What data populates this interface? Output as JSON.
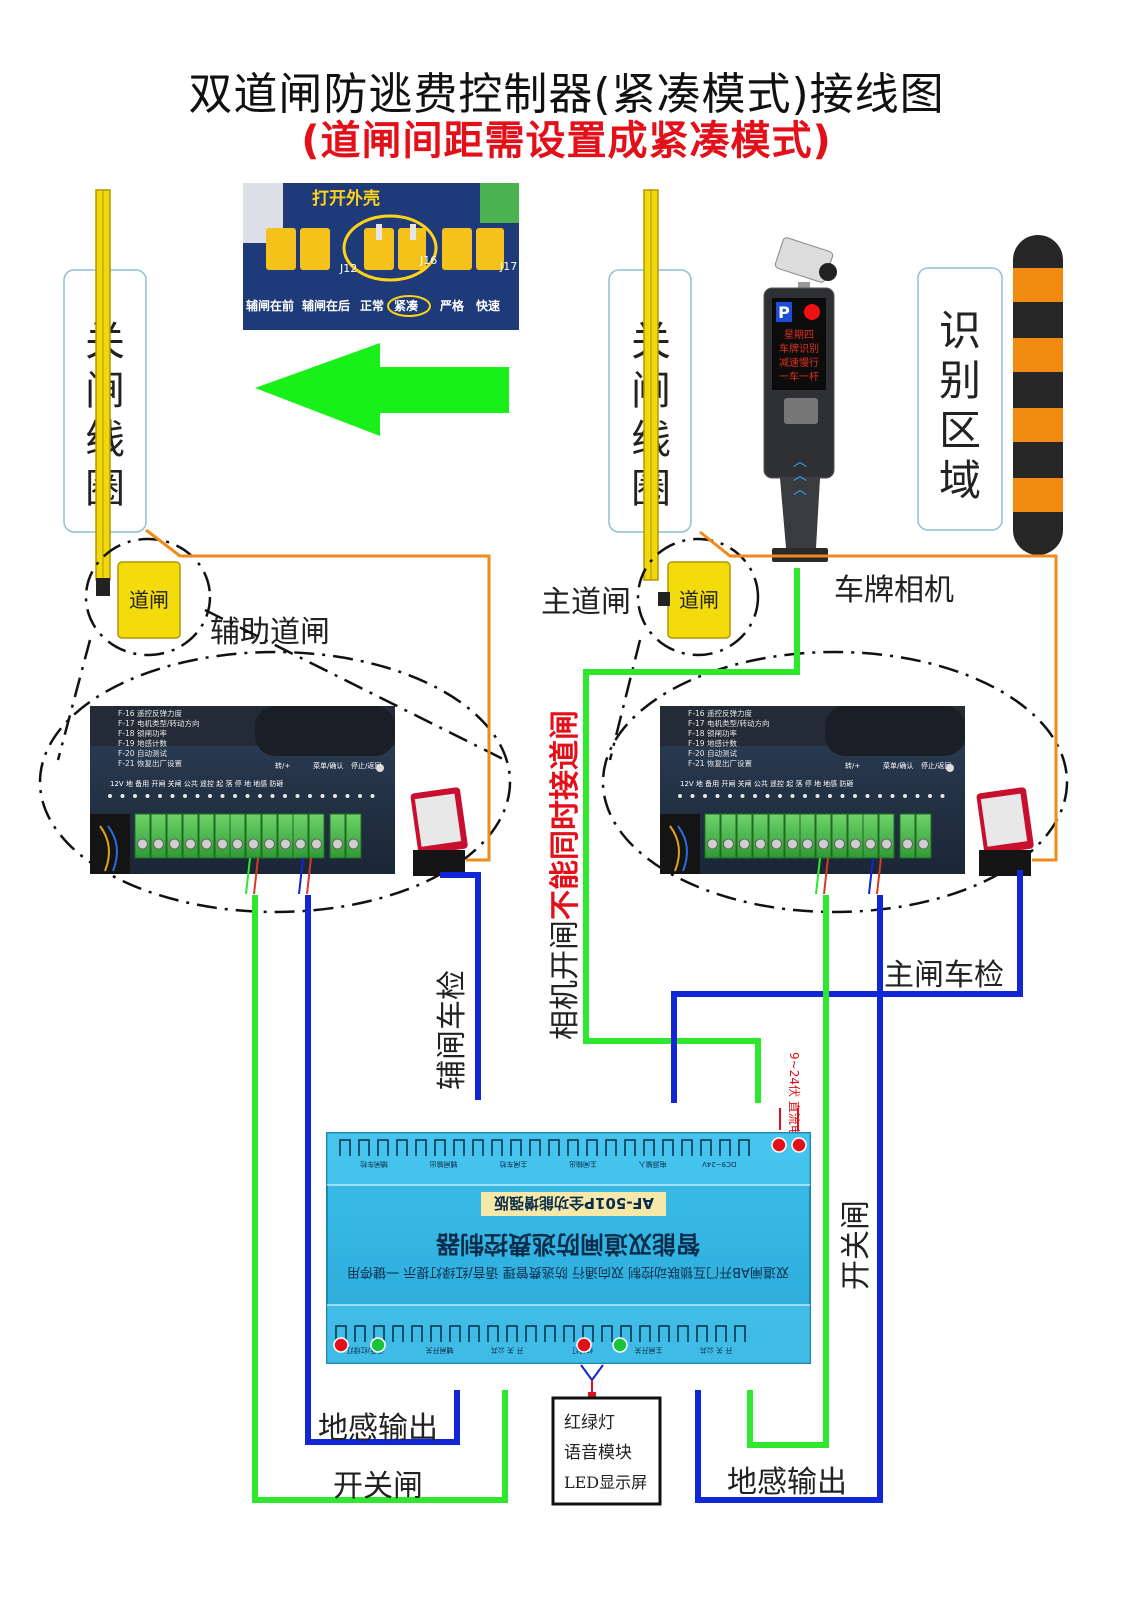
{
  "title": "双道闸防逃费控制器(紧凑模式)接线图",
  "subtitle": "(道闸间距需设置成紧凑模式)",
  "jumper_photo": {
    "caption": "打开外壳",
    "labels": [
      "辅闸在前",
      "辅闸在后",
      "正常",
      "紧凑",
      "严格",
      "快速"
    ],
    "pin_labels": [
      "J12",
      "J16",
      "J17"
    ]
  },
  "left_coil": {
    "label": "关闸线圈"
  },
  "right_coil": {
    "label": "关闸线圈"
  },
  "recognition_zone": {
    "label": "识别区域"
  },
  "gate_box_label": "道闸",
  "aux_gate_label": "辅助道闸",
  "main_gate_label": "主道闸",
  "camera_label": "车牌相机",
  "camera_screen": {
    "badge": "P",
    "lines": [
      "星期四",
      "车牌识别",
      "减速慢行",
      "一车一杆"
    ]
  },
  "gate_board": {
    "menu": [
      "F-16 遥控反弹力度",
      "F-17 电机类型/转动方向",
      "F-18 锁闸功率",
      "F-19 地感计数",
      "F-20 自动测试",
      "F-21 恢复出厂设置"
    ],
    "keys": [
      "转/+",
      "菜单/确认",
      "停止/返回"
    ],
    "terminals": "12V 地 备用 开闸 关闸 公共 遥控 起 落 停 地 地感 防砸"
  },
  "wire_labels": {
    "aux_detector": "辅闸车检",
    "main_detector": "主闸车检",
    "camera_open_prefix": "相机开闸",
    "camera_open_warning": "不能同时接道闸",
    "power": "9~24伏 直流电源",
    "open_close_right": "开关闸",
    "loop_out_left": "地感输出",
    "open_close_left": "开关闸",
    "loop_out_right": "地感输出"
  },
  "controller": {
    "name": "智能双道闸防逃费控制器",
    "model": "AF-501P全功能增强版",
    "features": [
      "双道闸AB开门互锁联动控制",
      "双向通行",
      "防逃费管理",
      "语音/红绿灯提示",
      "一键停用"
    ],
    "top_terminals": [
      "辅闸车检",
      "辅闸输出",
      "主闸车检",
      "主闸输出",
      "电源输入",
      "DC9~24V"
    ],
    "bottom_terminals": [
      "语音/红绿灯",
      "辅闸开关",
      "开 关 公共",
      "红绿灯",
      "主闸开关",
      "开 关 公共"
    ]
  },
  "accessory": {
    "lines": [
      "红绿灯",
      "语音模块",
      "LED显示屏"
    ]
  },
  "colors": {
    "green_wire": "#2ee82e",
    "blue_wire": "#1126d6",
    "orange_wire": "#f08a1d",
    "coil_yellow": "#f1d70e",
    "arrow_green": "#19ef19",
    "controller_blue": "#31b9e6",
    "warning_red": "#e3101a",
    "barrier_orange": "#f28a12"
  }
}
